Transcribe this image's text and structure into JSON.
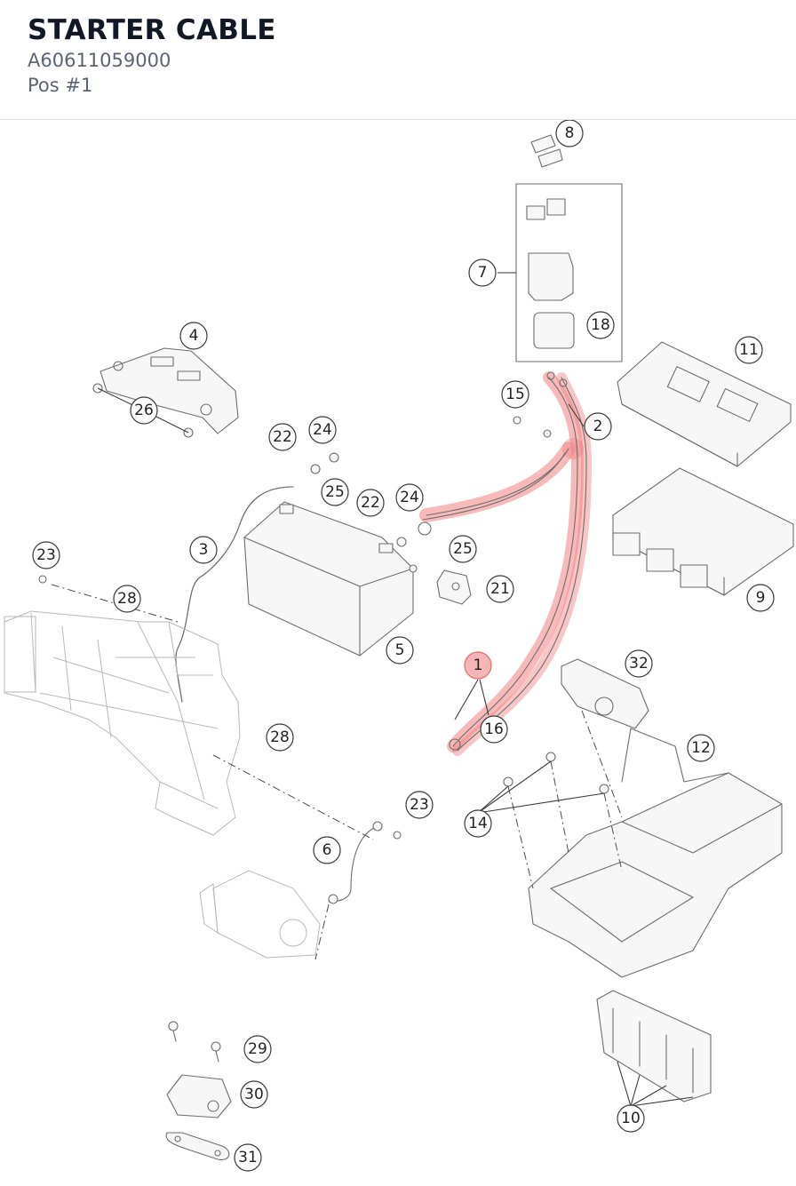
{
  "header": {
    "title": "STARTER CABLE",
    "part_number": "A60611059000",
    "position": "Pos #1"
  },
  "diagram": {
    "highlight_color": "#e36b6b",
    "highlighted_callout": "1",
    "callouts": [
      {
        "id": "c-8",
        "label": "8"
      },
      {
        "id": "c-7",
        "label": "7"
      },
      {
        "id": "c-18",
        "label": "18"
      },
      {
        "id": "c-4",
        "label": "4"
      },
      {
        "id": "c-11",
        "label": "11"
      },
      {
        "id": "c-15",
        "label": "15"
      },
      {
        "id": "c-2",
        "label": "2"
      },
      {
        "id": "c-26",
        "label": "26"
      },
      {
        "id": "c-22a",
        "label": "22"
      },
      {
        "id": "c-24a",
        "label": "24"
      },
      {
        "id": "c-25a",
        "label": "25"
      },
      {
        "id": "c-22b",
        "label": "22"
      },
      {
        "id": "c-24b",
        "label": "24"
      },
      {
        "id": "c-25b",
        "label": "25"
      },
      {
        "id": "c-3",
        "label": "3"
      },
      {
        "id": "c-23a",
        "label": "23"
      },
      {
        "id": "c-21",
        "label": "21"
      },
      {
        "id": "c-9",
        "label": "9"
      },
      {
        "id": "c-28a",
        "label": "28"
      },
      {
        "id": "c-5",
        "label": "5"
      },
      {
        "id": "c-1",
        "label": "1"
      },
      {
        "id": "c-32",
        "label": "32"
      },
      {
        "id": "c-16",
        "label": "16"
      },
      {
        "id": "c-28b",
        "label": "28"
      },
      {
        "id": "c-12",
        "label": "12"
      },
      {
        "id": "c-23b",
        "label": "23"
      },
      {
        "id": "c-14",
        "label": "14"
      },
      {
        "id": "c-6",
        "label": "6"
      },
      {
        "id": "c-29",
        "label": "29"
      },
      {
        "id": "c-30",
        "label": "30"
      },
      {
        "id": "c-10",
        "label": "10"
      },
      {
        "id": "c-31",
        "label": "31"
      }
    ]
  }
}
